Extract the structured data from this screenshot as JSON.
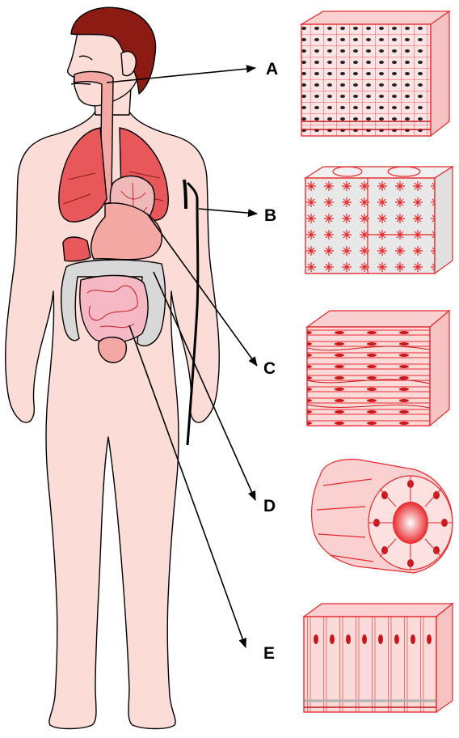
{
  "labels": {
    "a": "A",
    "b": "B",
    "c": "C",
    "d": "D",
    "e": "E"
  },
  "colors": {
    "skin": "#fcdcd6",
    "hair": "#8c1b14",
    "lung": "#e8585a",
    "organ": "#f4a8a4",
    "tissue_red": "#e8282c",
    "tissue_pink": "#fbd0d0",
    "arrow": "#000000"
  }
}
